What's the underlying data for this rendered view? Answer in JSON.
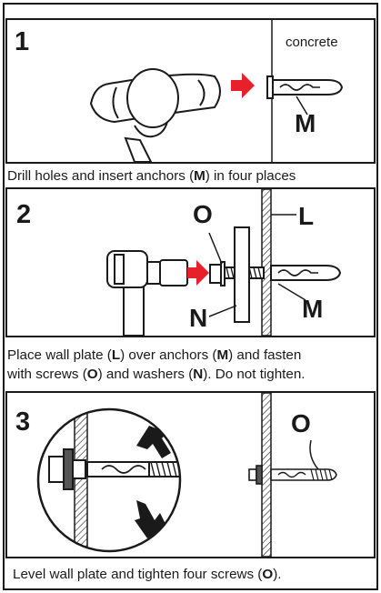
{
  "steps": [
    {
      "number": "1",
      "labels": {
        "material": "concrete",
        "anchor": "M"
      },
      "caption": {
        "t1": "Drill holes and insert anchors (",
        "b1": "M",
        "t2": ") in four places"
      }
    },
    {
      "number": "2",
      "labels": {
        "screw": "O",
        "plate": "L",
        "washer": "N",
        "anchor": "M"
      },
      "caption": {
        "t1": "Place wall plate (",
        "b1": "L",
        "t2": ") over anchors (",
        "b2": "M",
        "t3": ") and fasten",
        "t4": "with screws (",
        "b3": "O",
        "t5": ") and washers (",
        "b4": "N",
        "t6": "). Do not tighten."
      }
    },
    {
      "number": "3",
      "labels": {
        "screw": "O"
      },
      "caption": {
        "t1": "Level wall plate and tighten four screws (",
        "b1": "O",
        "t2": ")."
      }
    }
  ],
  "colors": {
    "ink": "#1a1a1a",
    "arrow": "#e8202a",
    "paper": "#ffffff"
  },
  "icons": [
    "hammer-icon",
    "ratchet-wrench-icon",
    "arrow-up-icon",
    "arrow-down-icon",
    "direction-arrow-icon"
  ]
}
